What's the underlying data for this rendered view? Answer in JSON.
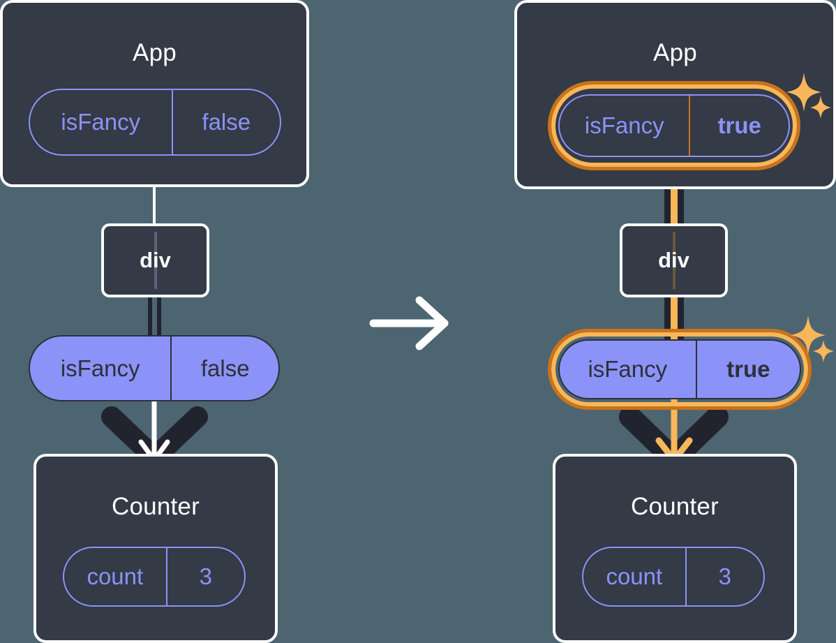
{
  "diagram": {
    "type": "react-state-propagation",
    "background_color": "#4d6571",
    "accent_color": "#f9b75a",
    "accent_dark_color": "#c9731a",
    "pill_purple": "#8b93f8",
    "box_fill": "#343a46",
    "transition_arrow_icon": "right-arrow-icon"
  },
  "left": {
    "app": {
      "title": "App",
      "state": {
        "key": "isFancy",
        "value": "false",
        "value_bold": false
      }
    },
    "div": {
      "label": "div"
    },
    "prop": {
      "key": "isFancy",
      "value": "false",
      "value_bold": false
    },
    "counter": {
      "title": "Counter",
      "state": {
        "key": "count",
        "value": "3",
        "value_bold": false
      }
    }
  },
  "right": {
    "app": {
      "title": "App",
      "state": {
        "key": "isFancy",
        "value": "true",
        "value_bold": true
      },
      "highlighted": true,
      "sparkle_icon": "sparkle-icon"
    },
    "div": {
      "label": "div"
    },
    "prop": {
      "key": "isFancy",
      "value": "true",
      "value_bold": true,
      "highlighted": true,
      "sparkle_icon": "sparkle-icon"
    },
    "counter": {
      "title": "Counter",
      "state": {
        "key": "count",
        "value": "3",
        "value_bold": false
      }
    }
  }
}
